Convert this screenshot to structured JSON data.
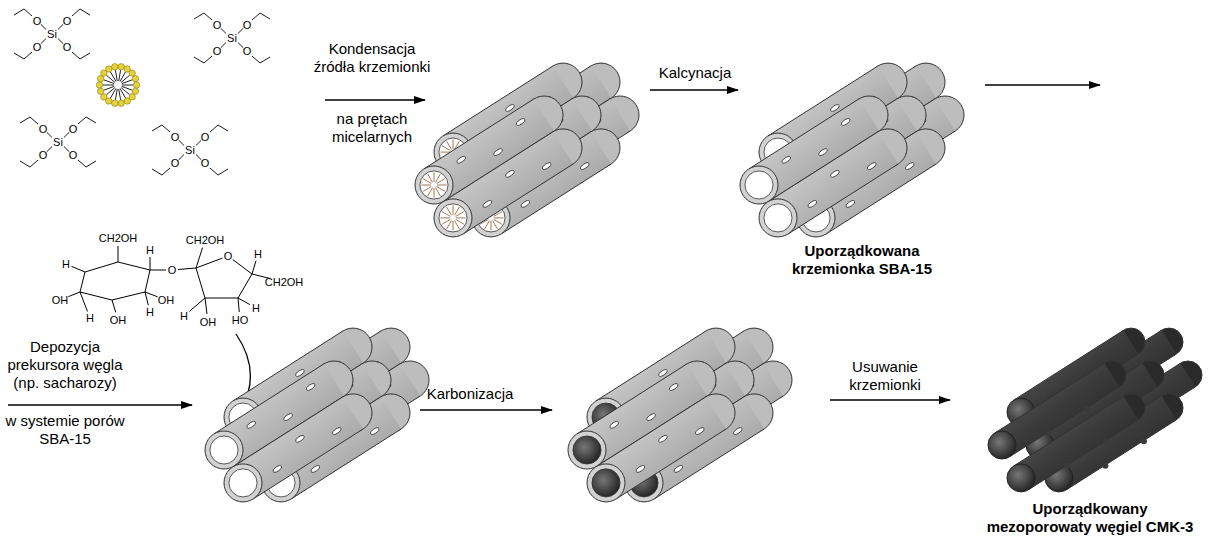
{
  "diagram": {
    "labels": [
      "Kondensacja źródła krzemionki",
      "na prętach micelarnych",
      "Kalcynacja",
      "Uporządkowana krzemionka SBA-15",
      "Depozycja prekursora węgla (np. sacharozy)",
      "w systemie porów SBA-15",
      "Karbonizacja",
      "Usuwanie krzemionki",
      "Uporządkowany mezoporowaty węgiel CMK-3",
      "Si",
      "O",
      "O",
      "O",
      "O",
      "Si",
      "O",
      "O",
      "O",
      "O",
      "Si",
      "O",
      "O",
      "O",
      "O",
      "Si",
      "O",
      "O",
      "O",
      "O",
      "CH2OH",
      "H",
      "OH",
      "H",
      "OH",
      "H",
      "H",
      "OH",
      "O",
      "CH2OH",
      "O",
      "H",
      "H",
      "HO",
      "OH",
      "H",
      "CH2OH"
    ]
  }
}
